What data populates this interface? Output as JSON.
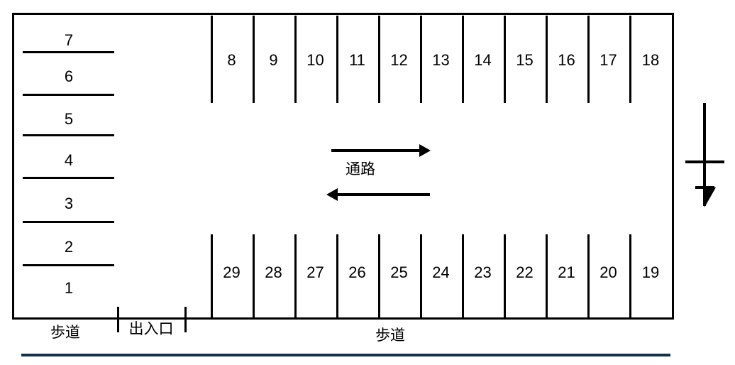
{
  "diagram": {
    "title": "parking-lot-layout",
    "colors": {
      "line": "#000000",
      "rule": "#14304b",
      "background": "#ffffff"
    }
  },
  "left_block": {
    "name": "angled-stalls-left",
    "stalls": [
      {
        "number": "7"
      },
      {
        "number": "6"
      },
      {
        "number": "5"
      },
      {
        "number": "4"
      },
      {
        "number": "3"
      },
      {
        "number": "2"
      },
      {
        "number": "1"
      }
    ]
  },
  "top_row": {
    "name": "parking-row-top",
    "stalls": [
      {
        "number": "8"
      },
      {
        "number": "9"
      },
      {
        "number": "10"
      },
      {
        "number": "11"
      },
      {
        "number": "12"
      },
      {
        "number": "13"
      },
      {
        "number": "14"
      },
      {
        "number": "15"
      },
      {
        "number": "16"
      },
      {
        "number": "17"
      },
      {
        "number": "18"
      }
    ]
  },
  "bottom_row": {
    "name": "parking-row-bottom",
    "stalls": [
      {
        "number": "29"
      },
      {
        "number": "28"
      },
      {
        "number": "27"
      },
      {
        "number": "26"
      },
      {
        "number": "25"
      },
      {
        "number": "24"
      },
      {
        "number": "23"
      },
      {
        "number": "22"
      },
      {
        "number": "21"
      },
      {
        "number": "20"
      },
      {
        "number": "19"
      }
    ]
  },
  "aisle": {
    "label": "通路",
    "arrow_top": "arrow-right-icon",
    "arrow_bottom": "arrow-left-icon"
  },
  "captions": {
    "sidewalk_left": "歩道",
    "entrance": "出入口",
    "sidewalk_main": "歩道"
  },
  "compass": {
    "icon": "compass-south-arrow-icon"
  }
}
